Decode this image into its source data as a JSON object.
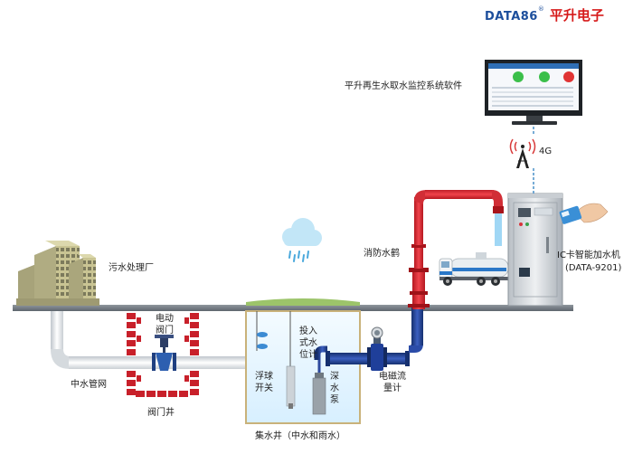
{
  "brand": {
    "name_en": "DATA86",
    "registered": "®",
    "name_cn": "平升电子"
  },
  "labels": {
    "software": "平升再生水取水监控系统软件",
    "signal": "4G",
    "sewage_plant": "污水处理厂",
    "hydrant_crane": "消防水鹤",
    "ic_machine_line1": "IC卡智能加水机",
    "ic_machine_line2": "(DATA-9201)",
    "electric_valve": "电动阀门",
    "reclaimed_pipe": "中水管网",
    "valve_well": "阀门井",
    "level_gauge": "投入式水位计",
    "float_switch": "浮球开关",
    "deep_pump": "深水泵",
    "flowmeter": "电磁流量计",
    "sump": "集水井（中水和雨水）"
  },
  "colors": {
    "pipe_red": "#e8303a",
    "pipe_blue": "#1f3f9a",
    "ground": "#6f7780",
    "brick": "#c8202a",
    "brand_blue": "#1c4e9c",
    "brand_red": "#d61a1a"
  }
}
